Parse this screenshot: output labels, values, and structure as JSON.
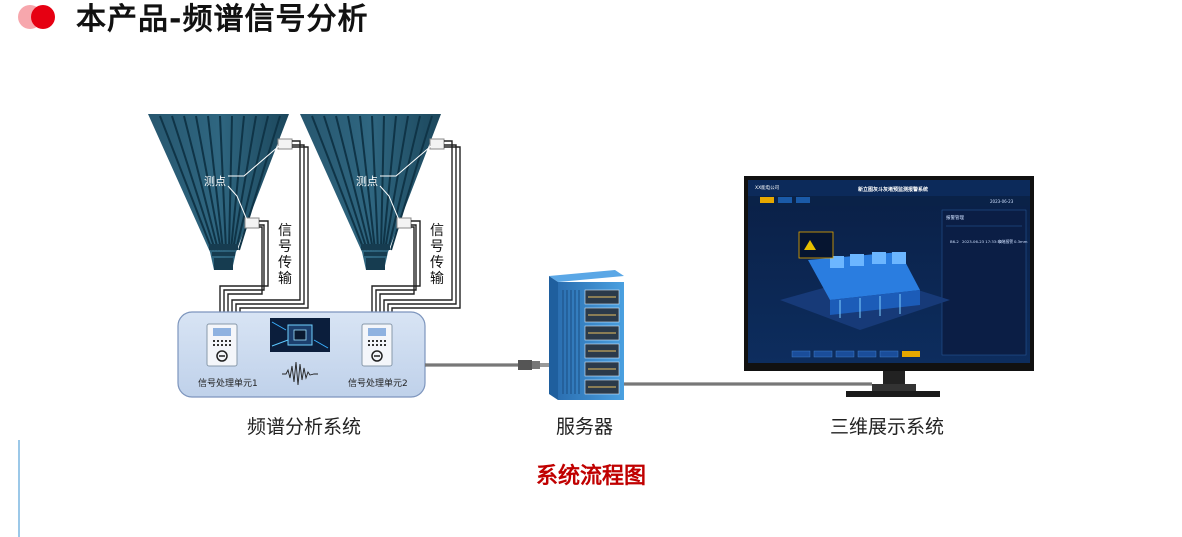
{
  "header": {
    "title": "本产品-频谱信号分析"
  },
  "diagram": {
    "measure_point_label_1": "测点",
    "measure_point_label_2": "测点",
    "signal_label_1": [
      "信",
      "号",
      "传",
      "输"
    ],
    "signal_label_2": [
      "信",
      "号",
      "传",
      "输"
    ],
    "unit_1_label": "信号处理单元1",
    "unit_2_label": "信号处理单元2",
    "spectrum_system_caption": "频谱分析系统",
    "server_caption": "服务器",
    "display_caption": "三维展示系统",
    "flow_title": "系统流程图",
    "monitor": {
      "company": "XX能电公司",
      "screen_title": "新立图灰斗灰堵预监测报警系统",
      "date": "2023-06-23",
      "panel_title": "报警管理",
      "alarm_id": "B6-2",
      "alarm_time": "2023-06-23 17:33:52",
      "alarm_state": "灰堵报警",
      "alarm_level": "0.3mm"
    }
  },
  "colors": {
    "brand_red": "#e60012",
    "flow_title": "#c00000",
    "hopper": "#1f4f66",
    "unit_box": "#c9d9ef",
    "server": "#3a86c8"
  }
}
